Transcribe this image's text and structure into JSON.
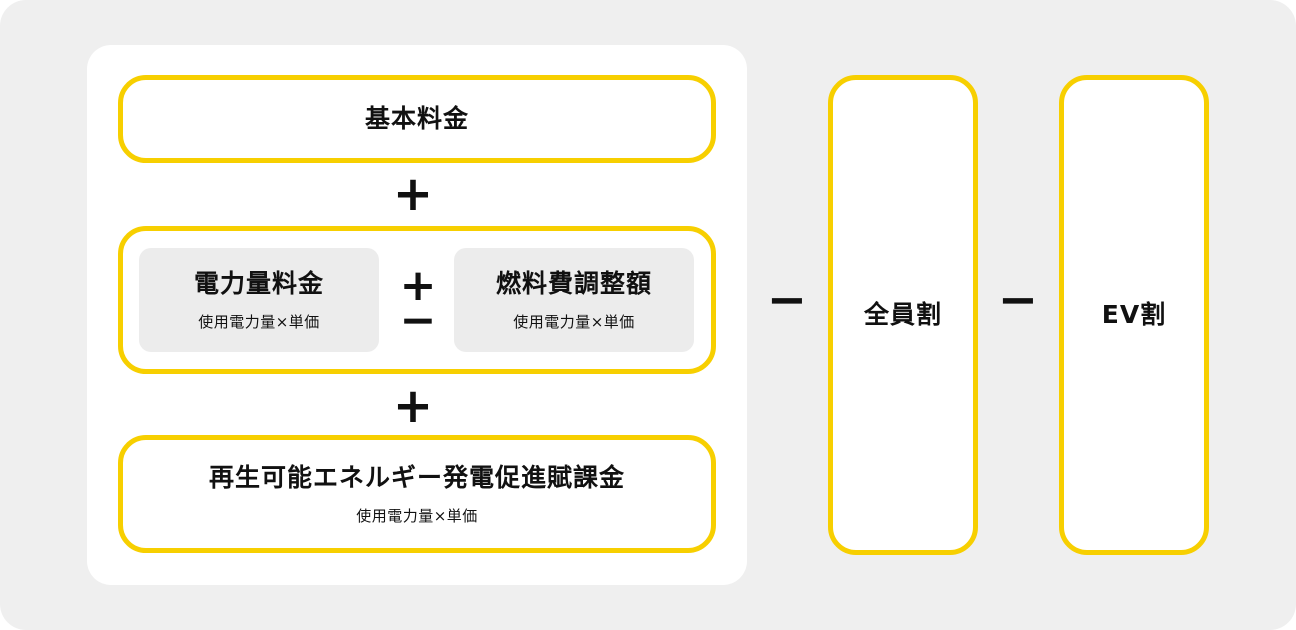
{
  "diagram": {
    "base_fee": {
      "title": "基本料金"
    },
    "plus_1": "+",
    "energy_fee": {
      "title": "電力量料金",
      "formula": "使用電力量×単価"
    },
    "plus_minus": {
      "plus": "+",
      "minus": "−"
    },
    "fuel_adjustment": {
      "title": "燃料費調整額",
      "formula": "使用電力量×単価"
    },
    "plus_2": "+",
    "renewable_surcharge": {
      "title": "再生可能エネルギー発電促進賦課金",
      "formula": "使用電力量×単価"
    },
    "minus_1": "−",
    "all_member_discount": {
      "title": "全員割"
    },
    "minus_2": "−",
    "ev_discount": {
      "title": "EV割"
    }
  },
  "colors": {
    "accent": "#f7cf00",
    "background": "#efefef",
    "inner_box": "#ececec"
  }
}
